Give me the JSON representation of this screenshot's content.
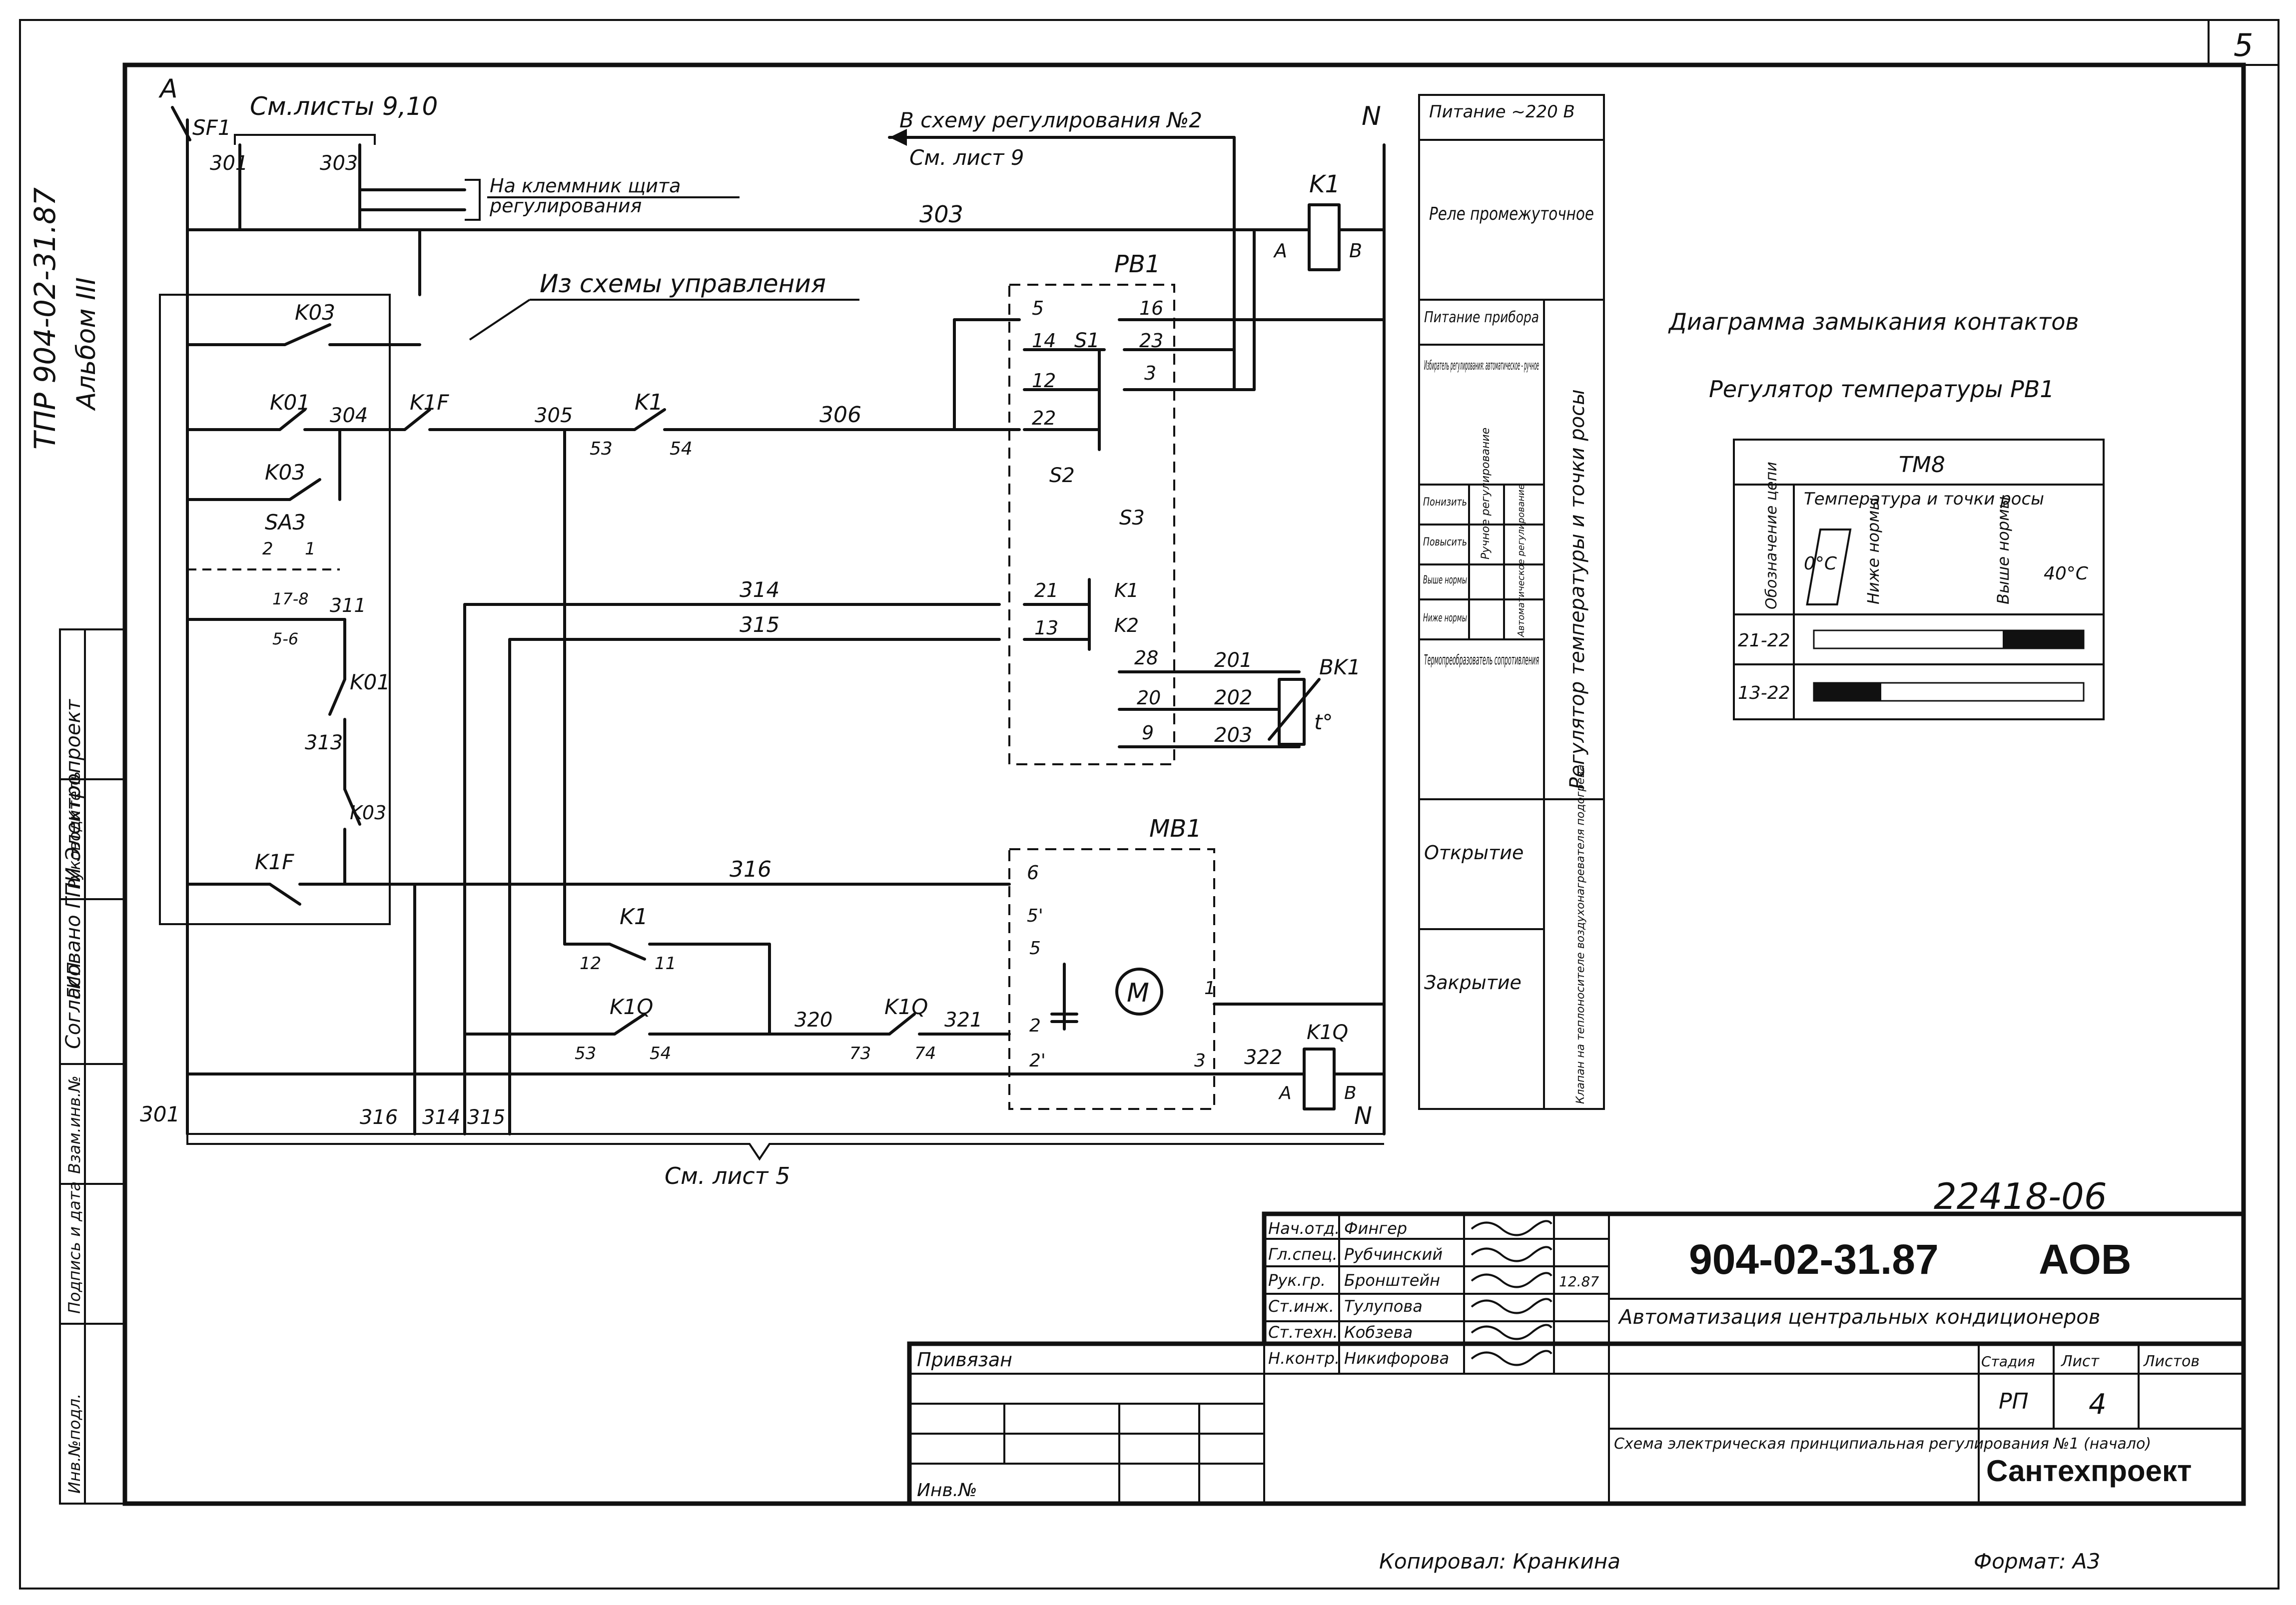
{
  "sheet": {
    "number": "5",
    "side_code": "ТПР 904-02-31.87",
    "side_album": "Альбом III",
    "copied_by": "Копировал: Кранкина",
    "format": "Формат: А3",
    "archive_number": "22418-06"
  },
  "schematic": {
    "phase_label": "A",
    "neutral_label": "N",
    "neutral_label_bottom": "N",
    "sf1": "SF1",
    "see_sheets": "См.листы 9,10",
    "to_terminal_1": "На клеммник щита",
    "to_terminal_2": "регулирования",
    "to_scheme2": "В схему регулирования №2",
    "see_sheet9": "См. лист 9",
    "from_control": "Из схемы управления",
    "see_sheet5": "См. лист 5",
    "wires": {
      "w301": "301",
      "w303": "303",
      "w303b": "303",
      "w304": "304",
      "w305": "305",
      "w306": "306",
      "w311": "311",
      "w313": "313",
      "w314": "314",
      "w315": "315",
      "w316": "316",
      "w320": "320",
      "w321": "321",
      "w322": "322",
      "w201": "201",
      "w202": "202",
      "w203": "203",
      "b301": "301",
      "b316": "316",
      "b314": "314",
      "b315": "315"
    },
    "devices": {
      "k1": "K1",
      "k1_a": "A",
      "k1_b": "B",
      "k03a": "K03",
      "k01a": "K01",
      "k1f": "K1F",
      "k1c": "K1",
      "k1c_53": "53",
      "k1c_54": "54",
      "k03b": "K03",
      "sa3": "SA3",
      "sa3_2": "2",
      "sa3_1": "1",
      "sa3_17": "17-8",
      "sa3_56": "5-6",
      "k01b": "K01",
      "k03c": "K03",
      "k1f_b": "K1F",
      "k1d": "K1",
      "k1d_12": "12",
      "k1d_11": "11",
      "k1q": "K1Q",
      "k1q_53": "53",
      "k1q_54": "54",
      "k1q2": "K1Q",
      "k1q2_73": "73",
      "k1q2_74": "74",
      "k1q_coil": "K1Q",
      "k1q_coil_a": "A",
      "k1q_coil_b": "B"
    },
    "pb1": {
      "title": "PB1",
      "t5": "5",
      "t14": "14",
      "t12": "12",
      "t22": "22",
      "t21": "21",
      "t13": "13",
      "t16": "16",
      "t23": "23",
      "t3": "3",
      "t28": "28",
      "t20": "20",
      "t9": "9",
      "s1": "S1",
      "s2": "S2",
      "s3": "S3",
      "k1": "K1",
      "k2": "K2",
      "bk1": "BK1",
      "t_sign": "t°"
    },
    "mb1": {
      "title": "MB1",
      "t6": "6",
      "t5p": "5'",
      "t5": "5",
      "t2": "2",
      "t2p": "2'",
      "t1": "1",
      "t3": "3",
      "motor": "M"
    }
  },
  "legend": {
    "rows": [
      {
        "name": "leg-power",
        "text": "Питание ~220 В"
      },
      {
        "name": "leg-relay",
        "text": "Реле промежуточное"
      },
      {
        "name": "leg-device-power",
        "text": "Питание прибора"
      },
      {
        "name": "leg-selector",
        "text": "Избиратель регулирования: автоматическое - ручное"
      },
      {
        "name": "leg-decrease",
        "text": "Понизить"
      },
      {
        "name": "leg-increase",
        "text": "Повысить"
      },
      {
        "name": "leg-above",
        "text": "Выше нормы"
      },
      {
        "name": "leg-below",
        "text": "Ниже нормы"
      },
      {
        "name": "leg-thermo",
        "text": "Термопреобразователь сопротивления"
      },
      {
        "name": "leg-open",
        "text": "Открытие"
      },
      {
        "name": "leg-close",
        "text": "Закрытие"
      }
    ],
    "manual_regulation": "Ручное регулирование",
    "auto_regulation": "Автоматическое регулирование",
    "regulator_group": "Регулятор температуры и точки росы",
    "valve_group": "Клапан на теплоносителе воздухонагревателя подогрева"
  },
  "contact_diagram": {
    "title": "Диаграмма замыкания контактов",
    "subtitle": "Регулятор температуры PB1",
    "device": "TM8",
    "col_circuit": "Обозначение цепи",
    "col_param": "Температура и точки росы",
    "t0": "0°C",
    "below": "Ниже нормы",
    "above": "Выше нормы",
    "t40": "40°C",
    "rows": [
      {
        "circuit": "21-22",
        "closed_from": 0.7,
        "closed_to": 1.0
      },
      {
        "circuit": "13-22",
        "closed_from": 0.0,
        "closed_to": 0.25
      }
    ]
  },
  "title_block": {
    "designation": "904-02-31.87",
    "mark": "АОВ",
    "project_title": "Автоматизация центральных кондиционеров",
    "drawing_title": "Схема электрическая принципиальная регулирования №1 (начало)",
    "stage_head": "Стадия",
    "sheet_head": "Лист",
    "sheets_head": "Листов",
    "stage": "РП",
    "sheet": "4",
    "organization": "Сантехпроект",
    "bound": "Привязан",
    "inv_no": "Инв.№",
    "date": "12.87",
    "staff": [
      {
        "role": "Нач.отд.",
        "name": "Фингер"
      },
      {
        "role": "Гл.спец.",
        "name": "Рубчинский"
      },
      {
        "role": "Рук.гр.",
        "name": "Бронштейн"
      },
      {
        "role": "Ст.инж.",
        "name": "Тулупова"
      },
      {
        "role": "Ст.техн.",
        "name": "Кобзева"
      },
      {
        "role": "Н.контр.",
        "name": "Никифорова"
      }
    ]
  },
  "approval_strip": {
    "agreed": "Согласовано ГПИ Электропроект",
    "gip": "ГИП",
    "head": "Руководитель",
    "inv_podl": "Инв.№подл.",
    "sign_date": "Подпись и дата",
    "vzam": "Взам.инв.№"
  }
}
